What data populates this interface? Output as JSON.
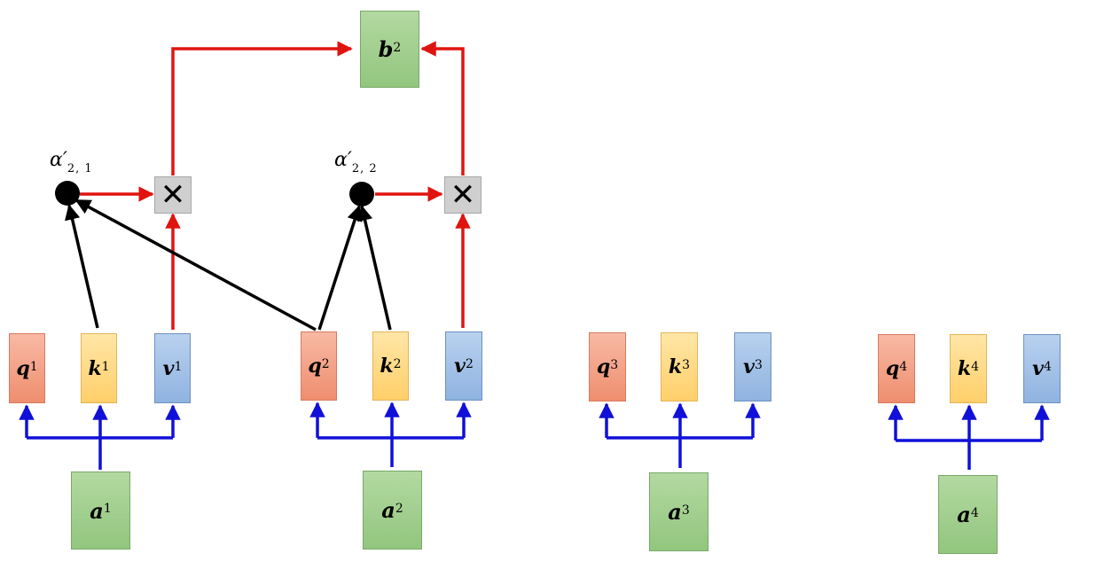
{
  "colors": {
    "red_arrow": "#e0140f",
    "black_arrow": "#000000",
    "blue_arrow": "#1010d8",
    "q": "#ef8e6f",
    "k": "#ffcf6a",
    "v": "#8fb3e0",
    "a": "#92c67e",
    "mult": "#cfcfcf"
  },
  "output": {
    "base": "b",
    "sup": "2"
  },
  "alphas": [
    {
      "base": "α",
      "prime": "′",
      "sub": "2, 1"
    },
    {
      "base": "α",
      "prime": "′",
      "sub": "2, 2"
    }
  ],
  "mult_symbol": "✕",
  "groups": [
    {
      "q": {
        "base": "q",
        "sup": "1"
      },
      "k": {
        "base": "k",
        "sup": "1"
      },
      "v": {
        "base": "v",
        "sup": "1"
      },
      "a": {
        "base": "a",
        "sup": "1"
      }
    },
    {
      "q": {
        "base": "q",
        "sup": "2"
      },
      "k": {
        "base": "k",
        "sup": "2"
      },
      "v": {
        "base": "v",
        "sup": "2"
      },
      "a": {
        "base": "a",
        "sup": "2"
      }
    },
    {
      "q": {
        "base": "q",
        "sup": "3"
      },
      "k": {
        "base": "k",
        "sup": "3"
      },
      "v": {
        "base": "v",
        "sup": "3"
      },
      "a": {
        "base": "a",
        "sup": "3"
      }
    },
    {
      "q": {
        "base": "q",
        "sup": "4"
      },
      "k": {
        "base": "k",
        "sup": "4"
      },
      "v": {
        "base": "v",
        "sup": "4"
      },
      "a": {
        "base": "a",
        "sup": "4"
      }
    }
  ]
}
